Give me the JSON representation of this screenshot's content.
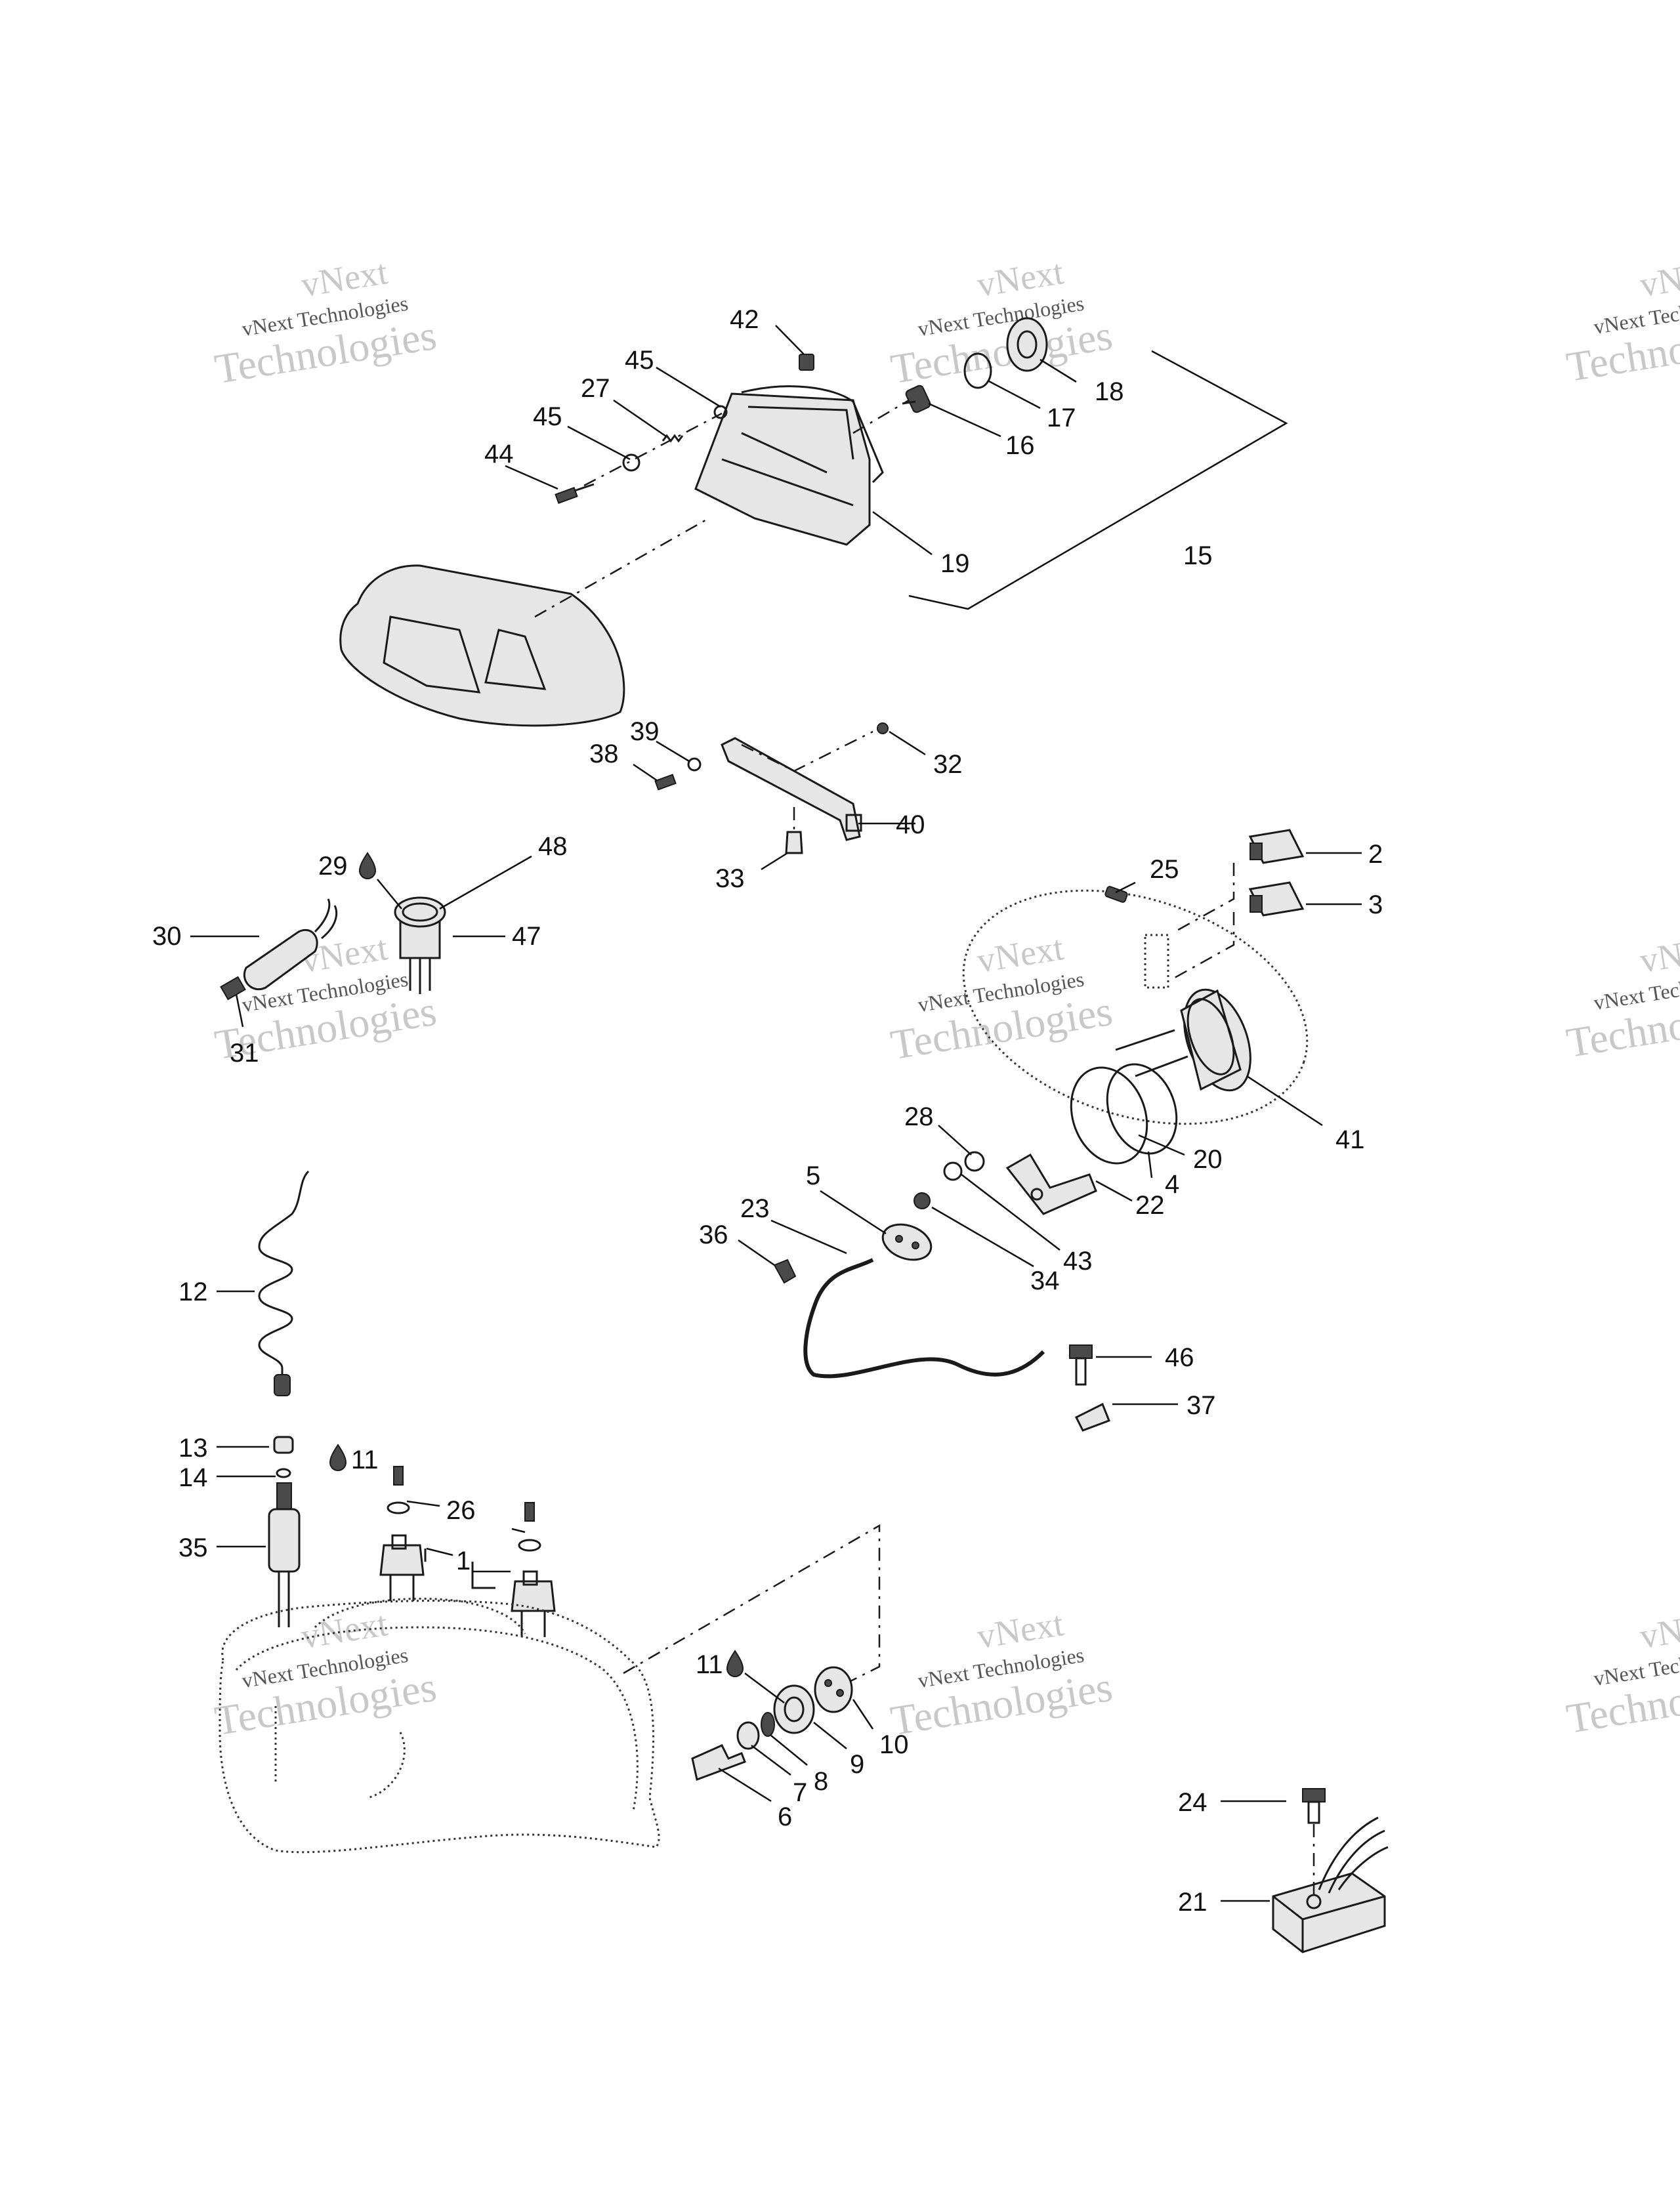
{
  "watermark": {
    "line1": "vNext",
    "line2": "vNext Technologies",
    "line3": "Technologies"
  },
  "callouts": [
    {
      "id": "c42",
      "label": "42"
    },
    {
      "id": "c45a",
      "label": "45"
    },
    {
      "id": "c27",
      "label": "27"
    },
    {
      "id": "c45b",
      "label": "45"
    },
    {
      "id": "c44",
      "label": "44"
    },
    {
      "id": "c18",
      "label": "18"
    },
    {
      "id": "c17",
      "label": "17"
    },
    {
      "id": "c16",
      "label": "16"
    },
    {
      "id": "c19",
      "label": "19"
    },
    {
      "id": "c15",
      "label": "15"
    },
    {
      "id": "c39",
      "label": "39"
    },
    {
      "id": "c38",
      "label": "38"
    },
    {
      "id": "c32",
      "label": "32"
    },
    {
      "id": "c40",
      "label": "40"
    },
    {
      "id": "c33",
      "label": "33"
    },
    {
      "id": "c29",
      "label": "29"
    },
    {
      "id": "c48",
      "label": "48"
    },
    {
      "id": "c30",
      "label": "30"
    },
    {
      "id": "c47",
      "label": "47"
    },
    {
      "id": "c31",
      "label": "31"
    },
    {
      "id": "c2",
      "label": "2"
    },
    {
      "id": "c25",
      "label": "25"
    },
    {
      "id": "c3",
      "label": "3"
    },
    {
      "id": "c41",
      "label": "41"
    },
    {
      "id": "c28",
      "label": "28"
    },
    {
      "id": "c20",
      "label": "20"
    },
    {
      "id": "c4",
      "label": "4"
    },
    {
      "id": "c22",
      "label": "22"
    },
    {
      "id": "c5",
      "label": "5"
    },
    {
      "id": "c23",
      "label": "23"
    },
    {
      "id": "c36",
      "label": "36"
    },
    {
      "id": "c43",
      "label": "43"
    },
    {
      "id": "c34",
      "label": "34"
    },
    {
      "id": "c12",
      "label": "12"
    },
    {
      "id": "c46",
      "label": "46"
    },
    {
      "id": "c37",
      "label": "37"
    },
    {
      "id": "c13",
      "label": "13"
    },
    {
      "id": "c14",
      "label": "14"
    },
    {
      "id": "c11a",
      "label": "11"
    },
    {
      "id": "c26",
      "label": "26"
    },
    {
      "id": "c35",
      "label": "35"
    },
    {
      "id": "c1",
      "label": "1"
    },
    {
      "id": "c11b",
      "label": "11"
    },
    {
      "id": "c10",
      "label": "10"
    },
    {
      "id": "c9",
      "label": "9"
    },
    {
      "id": "c8",
      "label": "8"
    },
    {
      "id": "c7",
      "label": "7"
    },
    {
      "id": "c6",
      "label": "6"
    },
    {
      "id": "c24",
      "label": "24"
    },
    {
      "id": "c21",
      "label": "21"
    }
  ]
}
